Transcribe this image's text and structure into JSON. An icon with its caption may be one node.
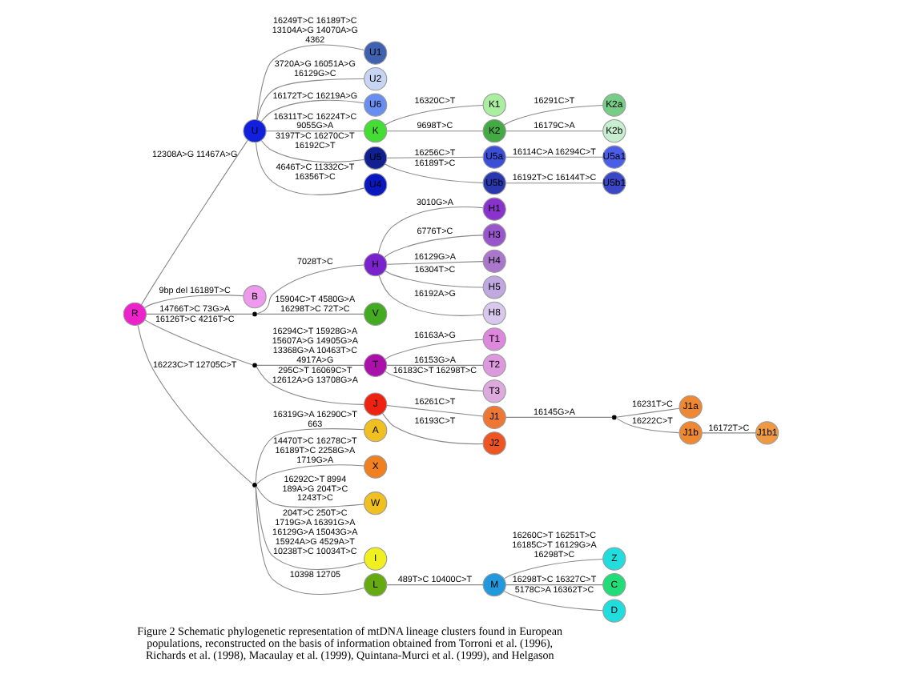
{
  "diagram": {
    "caption": "Figure 2 Schematic phylogenetic representation of mtDNA lineage clusters found in European populations, reconstructed on the basis of information obtained from Torroni et al. (1996), Richards et al. (1998), Macaulay et al. (1999), Quintana-Murci et al. (1999), and Helgason",
    "nodes": [
      {
        "text": [
          "R"
        ]
      },
      {
        "text": [
          "H"
        ]
      },
      {
        "text": [
          "H1"
        ]
      },
      {
        "text": [
          "H3"
        ]
      },
      {
        "text": [
          "H4"
        ]
      },
      {
        "text": [
          "H5"
        ]
      },
      {
        "text": [
          "H8"
        ]
      },
      {
        "text": [
          "V"
        ]
      },
      {
        "text": [
          "U"
        ]
      },
      {
        "text": [
          "U1"
        ]
      },
      {
        "text": [
          "U2"
        ]
      },
      {
        "text": [
          "U6"
        ]
      },
      {
        "text": [
          "K"
        ]
      },
      {
        "text": [
          "K1"
        ]
      },
      {
        "text": [
          "K2"
        ]
      },
      {
        "text": [
          "K2a"
        ]
      },
      {
        "text": [
          "K2b"
        ]
      },
      {
        "text": [
          "U5"
        ]
      },
      {
        "text": [
          "U5a"
        ]
      },
      {
        "text": [
          "U5a1"
        ]
      },
      {
        "text": [
          "U5b"
        ]
      },
      {
        "text": [
          "U5b1"
        ]
      },
      {
        "text": [
          "U4"
        ]
      },
      {
        "text": [
          "B"
        ]
      },
      {
        "text": [
          "T"
        ]
      },
      {
        "text": [
          "T1"
        ]
      },
      {
        "text": [
          "T2"
        ]
      },
      {
        "text": [
          "T3"
        ]
      },
      {
        "text": [
          "J"
        ]
      },
      {
        "text": [
          "J1"
        ]
      },
      {
        "text": [
          "J2"
        ]
      },
      {
        "text": [
          "J1a"
        ]
      },
      {
        "text": [
          "J1b"
        ]
      },
      {
        "text": [
          "J1b1"
        ]
      },
      {
        "text": [
          "A"
        ]
      },
      {
        "text": [
          "X"
        ]
      },
      {
        "text": [
          "W"
        ]
      },
      {
        "text": [
          "I"
        ]
      },
      {
        "text": [
          "L"
        ]
      },
      {
        "text": [
          "M"
        ]
      },
      {
        "text": [
          "Z"
        ]
      },
      {
        "text": [
          "C"
        ]
      },
      {
        "text": [
          "D"
        ]
      },
      {
        "text": [],
        "shape": "point"
      },
      {
        "text": [],
        "shape": "point"
      },
      {
        "text": [],
        "shape": "point"
      },
      {
        "text": [],
        "shape": "point"
      }
    ],
    "edges": [
      {
        "from": 0,
        "to": 43,
        "arrow": "none",
        "label": "14766T>C 73G>A"
      },
      {
        "from": 43,
        "to": 1,
        "arrow": "none",
        "label": "7028T>C"
      },
      {
        "from": 43,
        "to": 7,
        "arrow": "none",
        "label": "15904C>T 4580G>A 16298T>C 72T>C"
      },
      {
        "from": 1,
        "to": 2,
        "arrow": "none",
        "label": "3010G>A"
      },
      {
        "from": 1,
        "to": 3,
        "arrow": "none",
        "label": "6776T>C"
      },
      {
        "from": 1,
        "to": 4,
        "arrow": "none",
        "label": "16129G>A"
      },
      {
        "from": 1,
        "to": 5,
        "arrow": "none",
        "label": "16304T>C"
      },
      {
        "from": 1,
        "to": 6,
        "arrow": "none",
        "label": "16192A>G"
      },
      {
        "from": 0,
        "to": 8,
        "arrow": "none",
        "label": "12308A>G 11467A>G"
      },
      {
        "from": 8,
        "to": 9,
        "arrow": "none",
        "label": "16249T>C 16189T>C 13104A>G 14070A>G 4362"
      },
      {
        "from": 8,
        "to": 10,
        "arrow": "none",
        "label": "3720A>G 16051A>G 16129G>C"
      },
      {
        "from": 8,
        "to": 11,
        "arrow": "none",
        "label": "16172T>C 16219A>G"
      },
      {
        "from": 8,
        "to": 12,
        "arrow": "none",
        "label": "16311T>C 16224T>C 9055G>A"
      },
      {
        "from": 12,
        "to": 13,
        "arrow": "none",
        "label": "16320C>T"
      },
      {
        "from": 12,
        "to": 14,
        "arrow": "none",
        "label": "9698T>C"
      },
      {
        "from": 14,
        "to": 15,
        "arrow": "none",
        "label": "16291C>T"
      },
      {
        "from": 14,
        "to": 16,
        "arrow": "none",
        "label": "16179C>A"
      },
      {
        "from": 8,
        "to": 17,
        "arrow": "none",
        "label": "3197T>C 16270C>T 16192C>T"
      },
      {
        "from": 17,
        "to": 18,
        "arrow": "none",
        "label": "16256C>T"
      },
      {
        "from": 18,
        "to": 19,
        "arrow": "none",
        "label": "16114C>A 16294C>T"
      },
      {
        "from": 17,
        "to": 20,
        "arrow": "none",
        "label": "16189T>C"
      },
      {
        "from": 20,
        "to": 21,
        "arrow": "none",
        "label": "16192T>C 16144T>C"
      },
      {
        "from": 8,
        "to": 22,
        "arrow": "none",
        "label": "4646T>C 11332C>T 16356T>C"
      },
      {
        "from": 0,
        "to": 23,
        "arrow": "none",
        "label": "9bp del 16189T>C"
      },
      {
        "from": 0,
        "to": 44,
        "arrow": "none",
        "label": "16126T>C 4216T>C"
      },
      {
        "from": 44,
        "to": 24,
        "arrow": "none",
        "label": "16294C>T 15928G>A 15607A>G 14905G>A 13368G>A 10463T>C 4917A>G"
      },
      {
        "from": 24,
        "to": 25,
        "arrow": "none",
        "label": "16163A>G"
      },
      {
        "from": 24,
        "to": 26,
        "arrow": "none",
        "label": "16153G>A"
      },
      {
        "from": 24,
        "to": 27,
        "arrow": "none",
        "label": "16183C>T 16298T>C"
      },
      {
        "from": 44,
        "to": 28,
        "arrow": "none",
        "label": "295C>T 16069C>T 12612A>G 13708G>A"
      },
      {
        "from": 28,
        "to": 30,
        "arrow": "none",
        "label": "16193C>T"
      },
      {
        "from": 28,
        "to": 29,
        "arrow": "none",
        "label": "16261C>T"
      },
      {
        "from": 29,
        "to": 46,
        "arrow": "none",
        "label": "16145G>A"
      },
      {
        "from": 46,
        "to": 31,
        "arrow": "none",
        "label": "16231T>C"
      },
      {
        "from": 46,
        "to": 32,
        "arrow": "none",
        "label": "16222C>T"
      },
      {
        "from": 32,
        "to": 33,
        "arrow": "none",
        "label": "16172T>C"
      },
      {
        "from": 0,
        "to": 45,
        "arrow": "none",
        "label": "16223C>T 12705C>T"
      },
      {
        "from": 45,
        "to": 34,
        "arrow": "none",
        "label": "16319G>A 16290C>T 663"
      },
      {
        "from": 45,
        "to": 35,
        "arrow": "none",
        "label": "14470T>C 16278C>T 16189T>C 2258G>A 1719G>A"
      },
      {
        "from": 45,
        "to": 36,
        "arrow": "none",
        "label": "16292C>T 8994 189A>G 204T>C 1243T>C"
      },
      {
        "from": 45,
        "to": 37,
        "arrow": "none",
        "label": "204T>C 250T>C 1719G>A 16391G>A 16129G>A 15043G>A 15924A>G 4529A>T 10238T>C 10034T>C"
      },
      {
        "from": 45,
        "to": 38,
        "arrow": "none",
        "label": "10398 12705"
      },
      {
        "from": 38,
        "to": 39,
        "arrow": "none",
        "label": "489T>C 10400C>T"
      },
      {
        "from": 39,
        "to": 40,
        "arrow": "none",
        "label": "16260C>T 16251T>C 16185C>T 16129G>A 16298T>C"
      },
      {
        "from": 39,
        "to": 41,
        "arrow": "none",
        "label": "16298T>C 16327C>T"
      },
      {
        "from": 39,
        "to": 42,
        "arrow": "none",
        "label": "5178C>A 16362T>C"
      }
    ]
  }
}
